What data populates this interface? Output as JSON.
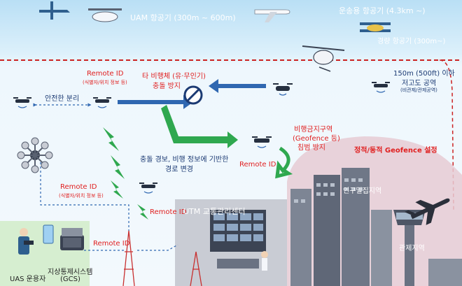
{
  "airspace": {
    "uam_label": "UAM 항공기 (300m ~ 600m)",
    "transport_label": "운송용 항공기 (4.3km ~)",
    "light_label": "경량 항공기 (300m~)"
  },
  "low_altitude": {
    "line1": "150m (500ft) 이하",
    "line2": "저고도 공역",
    "line3": "(비관제/관제공역)"
  },
  "labels": {
    "remote_id_top": "Remote ID",
    "remote_id_top_sub": "(식별자/위치 정보 등)",
    "safe_separation": "안전한 분리",
    "collision_title_1": "타 비행체 (유·무인기)",
    "collision_title_2": "충돌 방지",
    "reroute_1": "충돌 경보, 비행 정보에 기반한",
    "reroute_2": "경로 변경",
    "remote_id_center": "Remote ID",
    "geofence_title_1": "비행금지구역",
    "geofence_title_2": "(Geofence 등)",
    "geofence_title_3": "침범 방지",
    "geofence_setting": "정적/동적 Geofence 설정",
    "remote_id_left": "Remote ID",
    "remote_id_left_sub": "(식별자/위치 정보 등)",
    "remote_id_mid": "Remote ID",
    "remote_id_bottom": "Remote ID",
    "utm_center": "UTM 교통관리센터",
    "populated_area": "인구밀집지역",
    "controlled_area": "관제지역",
    "uas_operator": "UAS 운용자",
    "gcs_1": "지상통제시스템",
    "gcs_2": "(GCS)"
  },
  "colors": {
    "sky": "#b9dff5",
    "boundary_line": "#cc2222",
    "arrow_blue": "#2f67b1",
    "arrow_green": "#2fa84f",
    "text_red": "#e02020",
    "text_navy": "#1b3a73",
    "city_pink": "#e6cbd3"
  },
  "icons": [
    "drone-icon",
    "airplane-icon",
    "helicopter-icon",
    "biplane-icon",
    "seaplane-icon",
    "lightning-icon",
    "no-entry-icon",
    "radio-tower-icon",
    "utm-building-icon",
    "control-tower-icon",
    "smartphone-icon",
    "gcs-case-icon",
    "operator-icon"
  ]
}
